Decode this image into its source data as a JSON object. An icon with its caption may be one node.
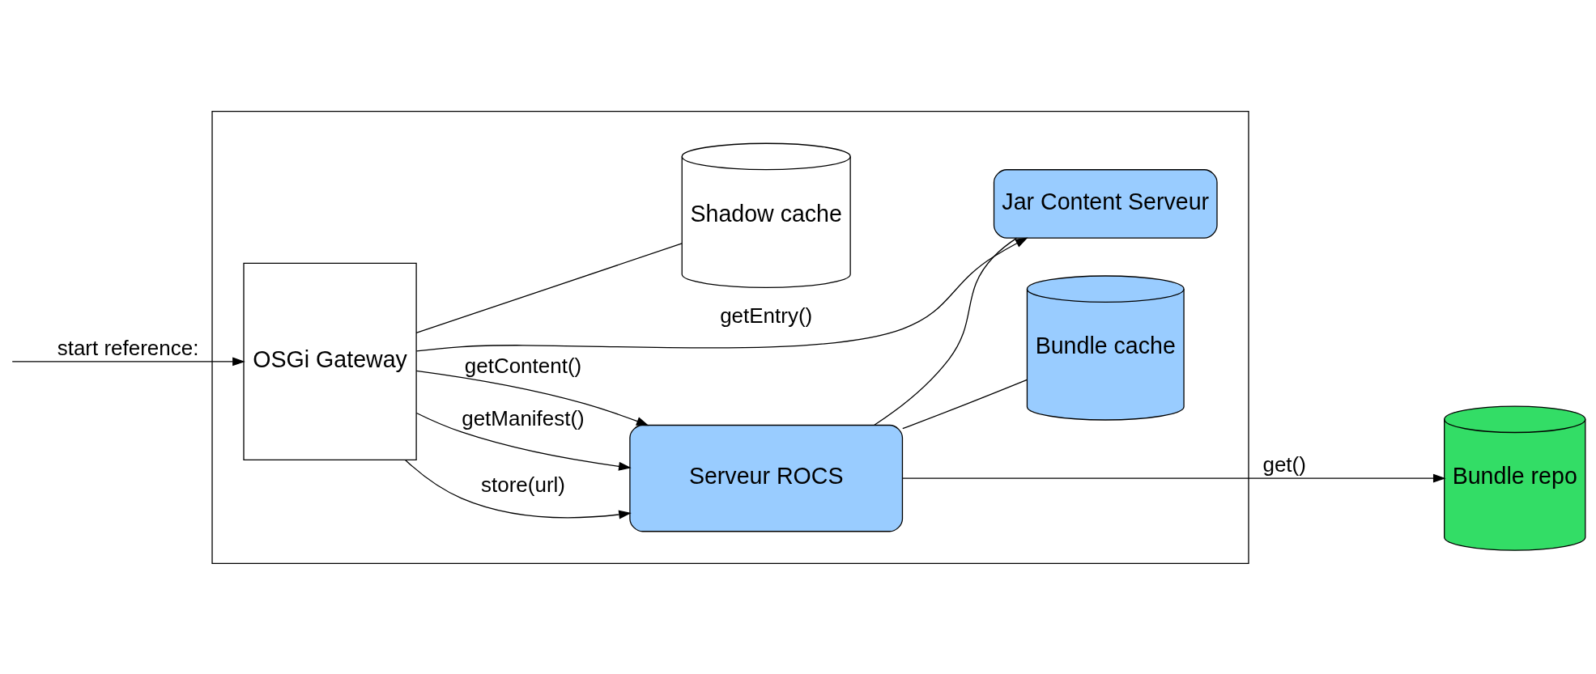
{
  "diagram": {
    "nodes": [
      {
        "text": [],
        "shape": "box"
      },
      {
        "text": [
          "OSGi Gateway"
        ],
        "in": 0
      },
      {
        "text": [
          "Serveur ROCS"
        ],
        "in": 0
      },
      {
        "text": [
          "Jar Content Serveur"
        ],
        "in": 0
      },
      {
        "text": [
          "Shadow cache"
        ],
        "in": 0
      },
      {
        "text": [
          "Bundle cache"
        ],
        "in": 0
      },
      {
        "text": [
          "Bundle repo"
        ]
      }
    ],
    "edges": [
      {
        "from": null,
        "to": 1,
        "arrow": "to",
        "label": "start reference:"
      },
      {
        "from": 1,
        "to": 2,
        "arrow": "to",
        "label": "store(url)"
      },
      {
        "from": 1,
        "to": 2,
        "arrow": "to",
        "label": "getManifest()"
      },
      {
        "from": 1,
        "to": 2,
        "arrow": "to",
        "label": "getContent()"
      },
      {
        "from": 1,
        "to": 3,
        "arrow": "to",
        "label": "getEntry()"
      },
      {
        "from": 2,
        "to": 6,
        "arrow": "to",
        "label": "get()"
      },
      {
        "from": 2,
        "to": 3,
        "arrow": "none"
      },
      {
        "from": 2,
        "to": 5,
        "arrow": "none"
      },
      {
        "from": 1,
        "to": 4,
        "arrow": "none"
      }
    ]
  }
}
